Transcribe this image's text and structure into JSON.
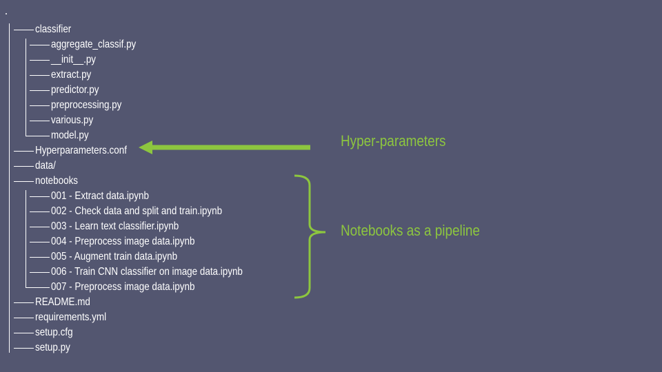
{
  "tree": {
    "root_label": ".",
    "items": [
      {
        "depth": 0,
        "label": "classifier"
      },
      {
        "depth": 1,
        "label": "aggregate_classif.py"
      },
      {
        "depth": 1,
        "label": "__init__.py"
      },
      {
        "depth": 1,
        "label": "extract.py"
      },
      {
        "depth": 1,
        "label": "predictor.py"
      },
      {
        "depth": 1,
        "label": "preprocessing.py"
      },
      {
        "depth": 1,
        "label": "various.py"
      },
      {
        "depth": 1,
        "label": "model.py",
        "last": true
      },
      {
        "depth": 0,
        "label": "Hyperparameters.conf"
      },
      {
        "depth": 0,
        "label": "data/"
      },
      {
        "depth": 0,
        "label": "notebooks"
      },
      {
        "depth": 1,
        "label": "001 - Extract data.ipynb"
      },
      {
        "depth": 1,
        "label": "002 - Check data and split and train.ipynb"
      },
      {
        "depth": 1,
        "label": "003 - Learn text classifier.ipynb"
      },
      {
        "depth": 1,
        "label": "004 - Preprocess image data.ipynb"
      },
      {
        "depth": 1,
        "label": "005 - Augment train data.ipynb"
      },
      {
        "depth": 1,
        "label": "006 - Train CNN classifier on image data.ipynb"
      },
      {
        "depth": 1,
        "label": "007 - Preprocess image data.ipynb",
        "last": true
      },
      {
        "depth": 0,
        "label": "README.md"
      },
      {
        "depth": 0,
        "label": "requirements.yml"
      },
      {
        "depth": 0,
        "label": "setup.cfg"
      },
      {
        "depth": 0,
        "label": "setup.py"
      }
    ]
  },
  "annotations": {
    "hyperparameters": "Hyper-parameters",
    "notebooks": "Notebooks as a pipeline"
  },
  "colors": {
    "background": "#535670",
    "text": "#ffffff",
    "accent": "#8dc63f"
  }
}
